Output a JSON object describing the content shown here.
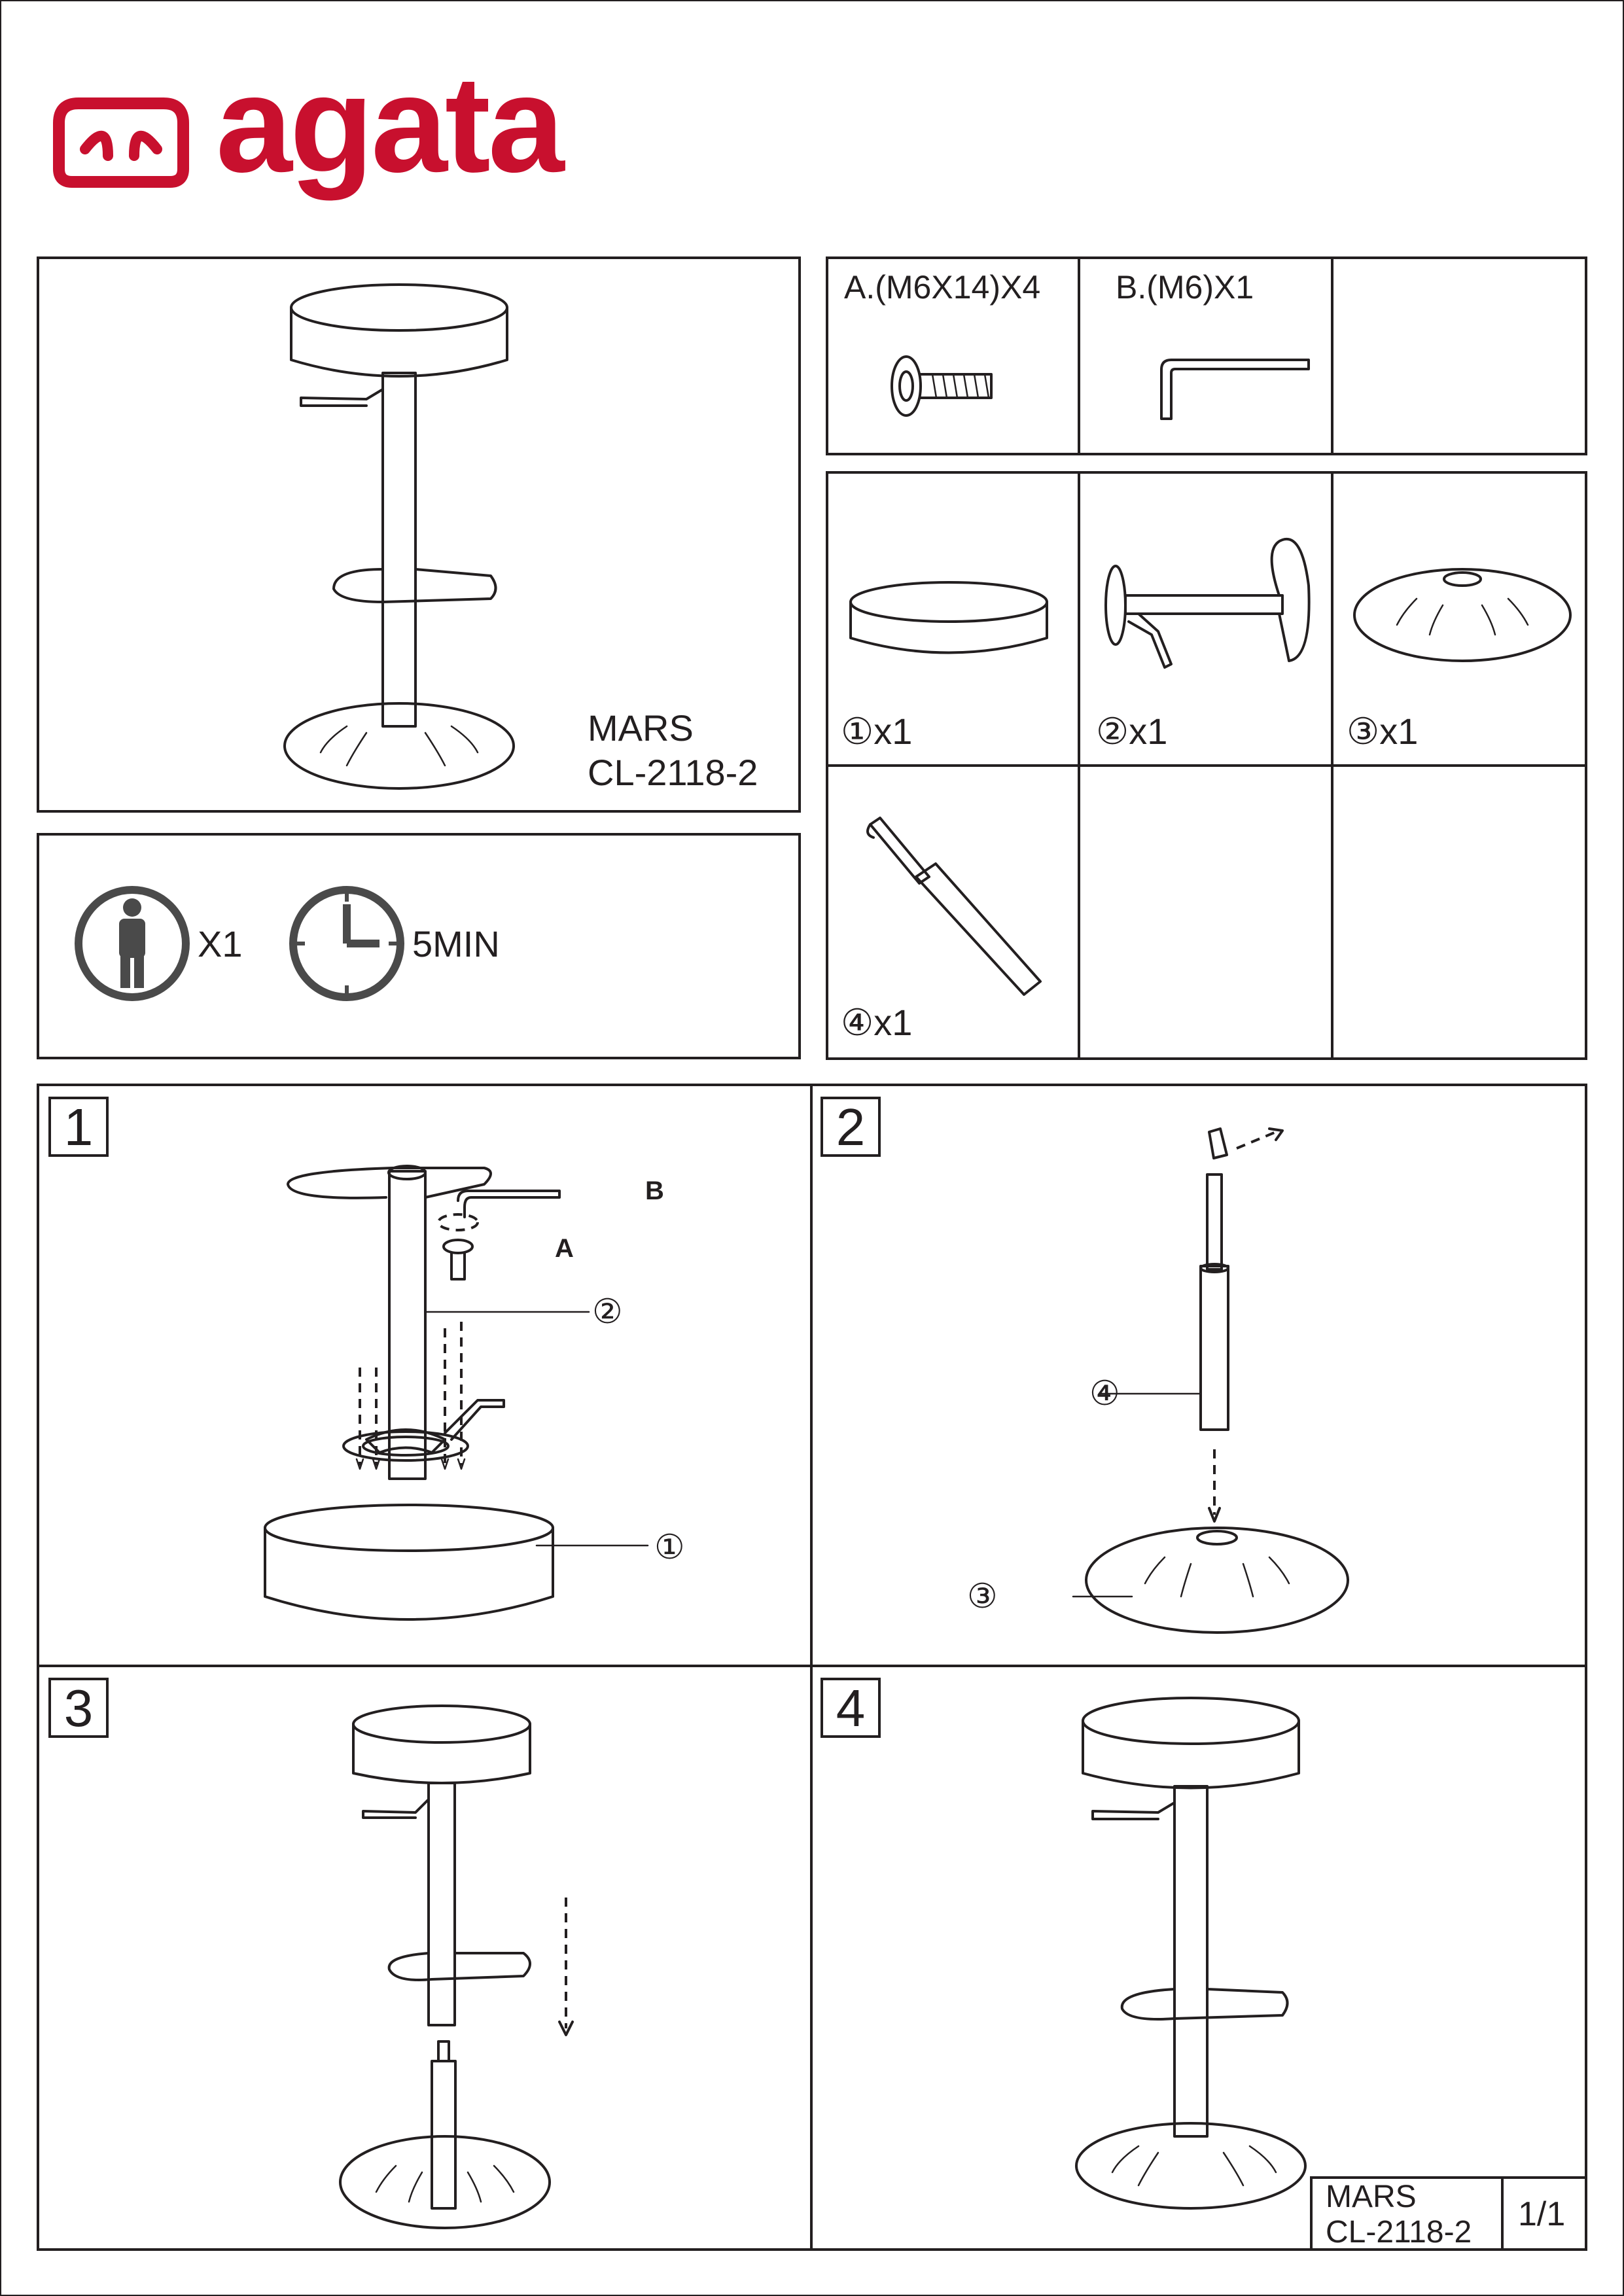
{
  "brand": {
    "name": "agata",
    "color": "#c8102e"
  },
  "product": {
    "name": "MARS",
    "code": "CL-2118-2"
  },
  "requirements": {
    "persons": "X1",
    "time": "5MIN"
  },
  "hardware": [
    {
      "label": "A.(M6X14)X4",
      "icon": "bolt-icon"
    },
    {
      "label": "B.(M6)X1",
      "icon": "allen-key-icon"
    }
  ],
  "parts": [
    {
      "label": "①x1",
      "icon": "seat-icon"
    },
    {
      "label": "②x1",
      "icon": "seat-frame-icon"
    },
    {
      "label": "③x1",
      "icon": "base-icon"
    },
    {
      "label": "④x1",
      "icon": "gas-lift-icon"
    }
  ],
  "steps": [
    {
      "number": "1",
      "callouts": {
        "b": "B",
        "a": "A",
        "frame": "②",
        "seat": "①"
      }
    },
    {
      "number": "2",
      "callouts": {
        "lift": "④",
        "base": "③"
      }
    },
    {
      "number": "3"
    },
    {
      "number": "4"
    }
  ],
  "footer": {
    "name": "MARS",
    "code": "CL-2118-2",
    "page": "1/1"
  }
}
